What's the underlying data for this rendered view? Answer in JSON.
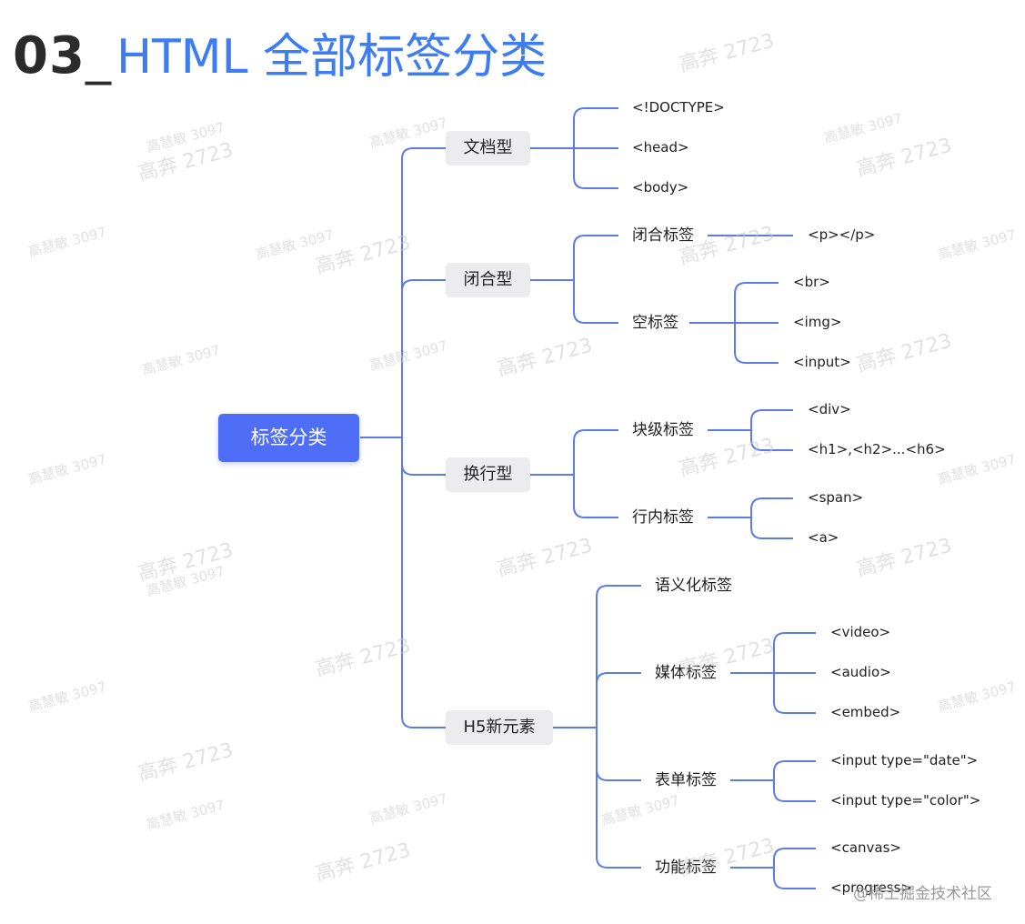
{
  "title": {
    "number": "03",
    "separator": "_",
    "text": "HTML 全部标签分类"
  },
  "tree": {
    "label": "标签分类",
    "children": [
      {
        "label": "文档型",
        "children": [
          {
            "label": "<!DOCTYPE>"
          },
          {
            "label": "<head>"
          },
          {
            "label": "<body>"
          }
        ]
      },
      {
        "label": "闭合型",
        "children": [
          {
            "label": "闭合标签",
            "children": [
              {
                "label": "<p></p>"
              }
            ]
          },
          {
            "label": "空标签",
            "children": [
              {
                "label": "<br>"
              },
              {
                "label": "<img>"
              },
              {
                "label": "<input>"
              }
            ]
          }
        ]
      },
      {
        "label": "换行型",
        "children": [
          {
            "label": "块级标签",
            "children": [
              {
                "label": "<div>"
              },
              {
                "label": "<h1>,<h2>...<h6>"
              }
            ]
          },
          {
            "label": "行内标签",
            "children": [
              {
                "label": "<span>"
              },
              {
                "label": "<a>"
              }
            ]
          }
        ]
      },
      {
        "label": "H5新元素",
        "children": [
          {
            "label": "语义化标签"
          },
          {
            "label": "媒体标签",
            "children": [
              {
                "label": "<video>"
              },
              {
                "label": "<audio>"
              },
              {
                "label": "<embed>"
              }
            ]
          },
          {
            "label": "表单标签",
            "children": [
              {
                "label": "<input type=\"date\">"
              },
              {
                "label": "<input type=\"color\">"
              }
            ]
          },
          {
            "label": "功能标签",
            "children": [
              {
                "label": "<canvas>"
              },
              {
                "label": "<progress>"
              }
            ]
          }
        ]
      }
    ]
  },
  "watermark": {
    "line1": "高慧敏 3097",
    "line2": "高奔 2723"
  },
  "credit": "@稀土掘金技术社区",
  "colors": {
    "accent": "#4f6ef7",
    "line": "#5a7be8",
    "title": "#3e7cf1",
    "chip": "#ececee"
  }
}
